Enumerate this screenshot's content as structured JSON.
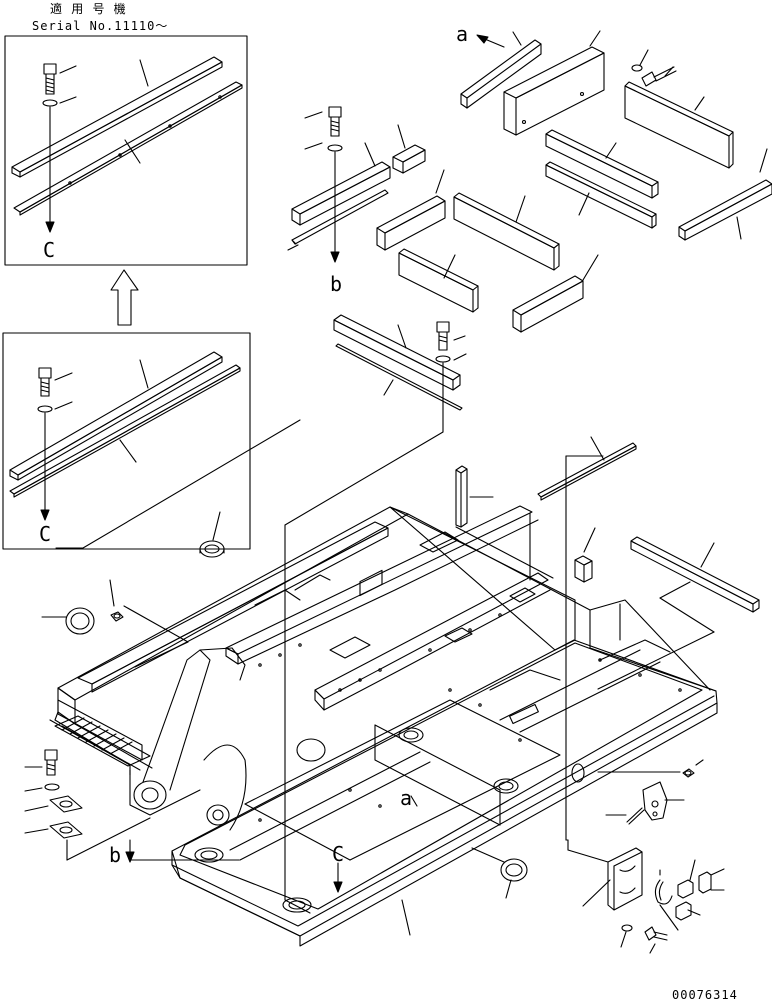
{
  "header": {
    "applicable_label": "適 用 号 機",
    "serial_range": "Serial No.11110～"
  },
  "reference_letters": {
    "a_top": "a",
    "b_top": "b",
    "c_inset_top": "C",
    "c_inset_bottom": "C",
    "a_frame": "a",
    "b_frame": "b",
    "c_frame": "C"
  },
  "drawing_number": "00076314"
}
